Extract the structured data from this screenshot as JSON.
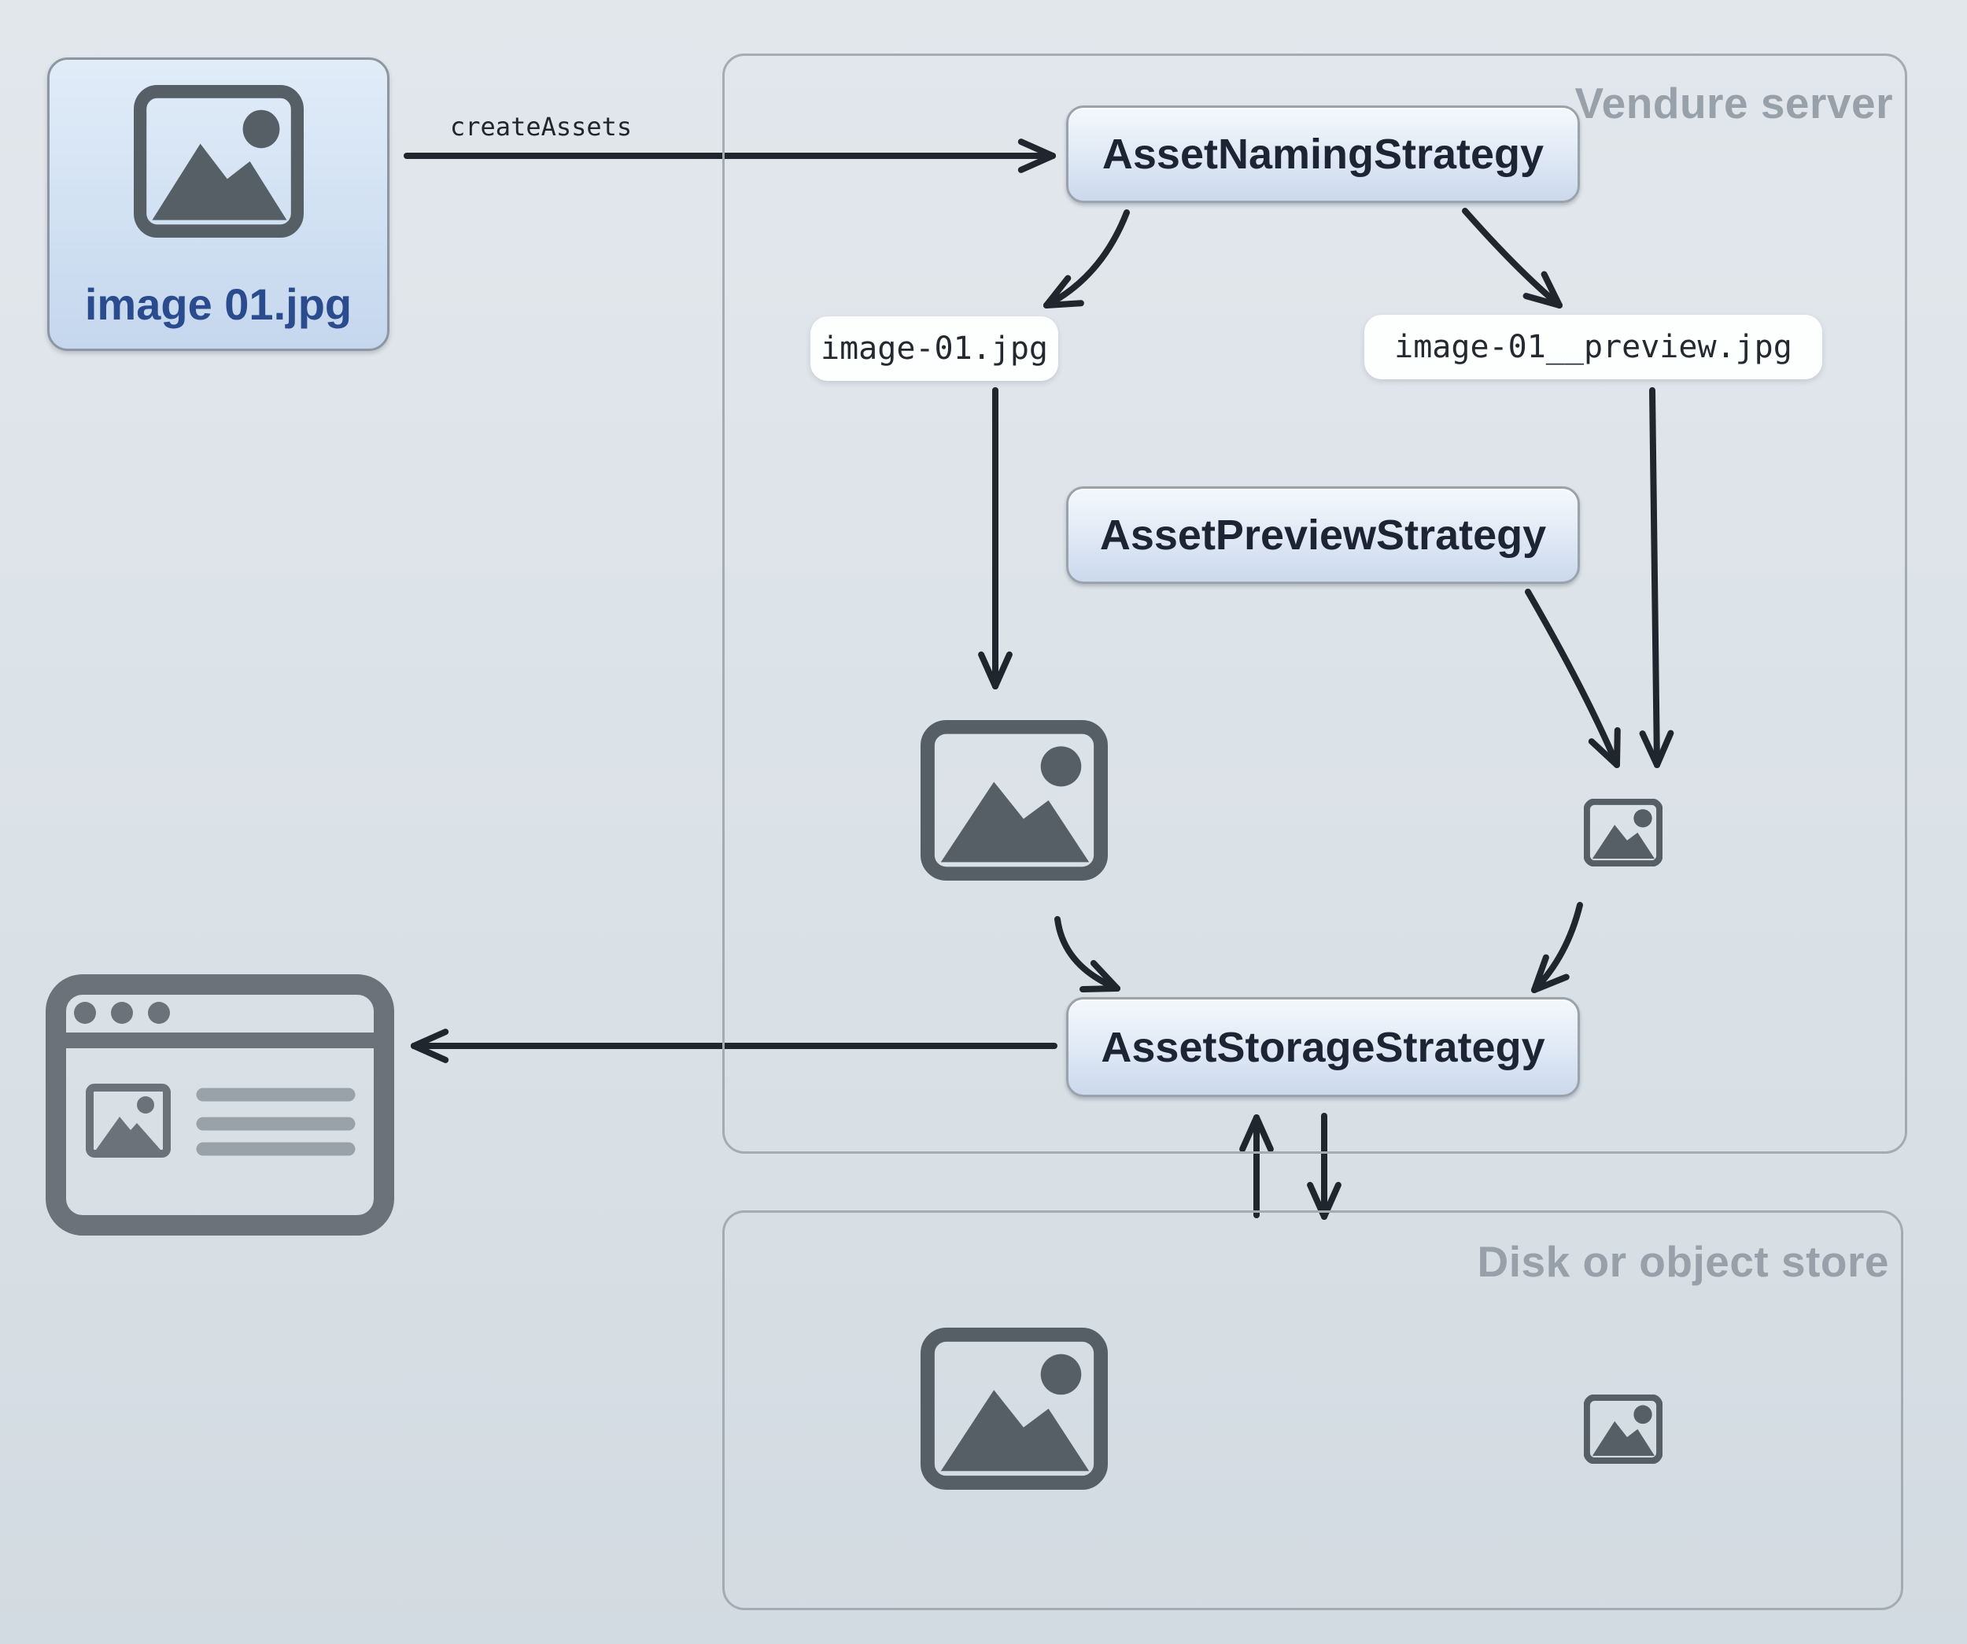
{
  "diagram": {
    "source_file": {
      "filename": "image 01.jpg"
    },
    "create_assets_label": "createAssets",
    "vendure_server": {
      "title": "Vendure server",
      "naming_strategy_label": "AssetNamingStrategy",
      "preview_strategy_label": "AssetPreviewStrategy",
      "storage_strategy_label": "AssetStorageStrategy",
      "source_filename": "image-01.jpg",
      "preview_filename": "image-01__preview.jpg"
    },
    "disk_store": {
      "title": "Disk or object store"
    },
    "icons": {
      "source_card": "image-icon",
      "vendure_large_asset": "image-icon",
      "vendure_small_preview": "image-icon",
      "stored_large_asset": "image-icon",
      "stored_small_preview": "image-icon",
      "storefront": "browser-window-icon"
    },
    "colors": {
      "background_top": "#e2e7ec",
      "background_bottom": "#d3dbe2",
      "container_border": "#a3abb3",
      "container_label": "#98a1a9",
      "strategy_box_border": "#9aa3ac",
      "strategy_box_gradient_top": "#f4f8fc",
      "strategy_box_gradient_bottom": "#cbd9ec",
      "strategy_text": "#1d2534",
      "file_box_gradient_top": "#e1ecf8",
      "file_box_gradient_bottom": "#c5d7ee",
      "file_label_text": "#2a4b8d",
      "pill_background": "#fdfefe",
      "code_text": "#23292f",
      "arrow": "#20262d",
      "asset_icon_gray": "#565f66",
      "browser_icon_gray": "#6b727a"
    }
  }
}
